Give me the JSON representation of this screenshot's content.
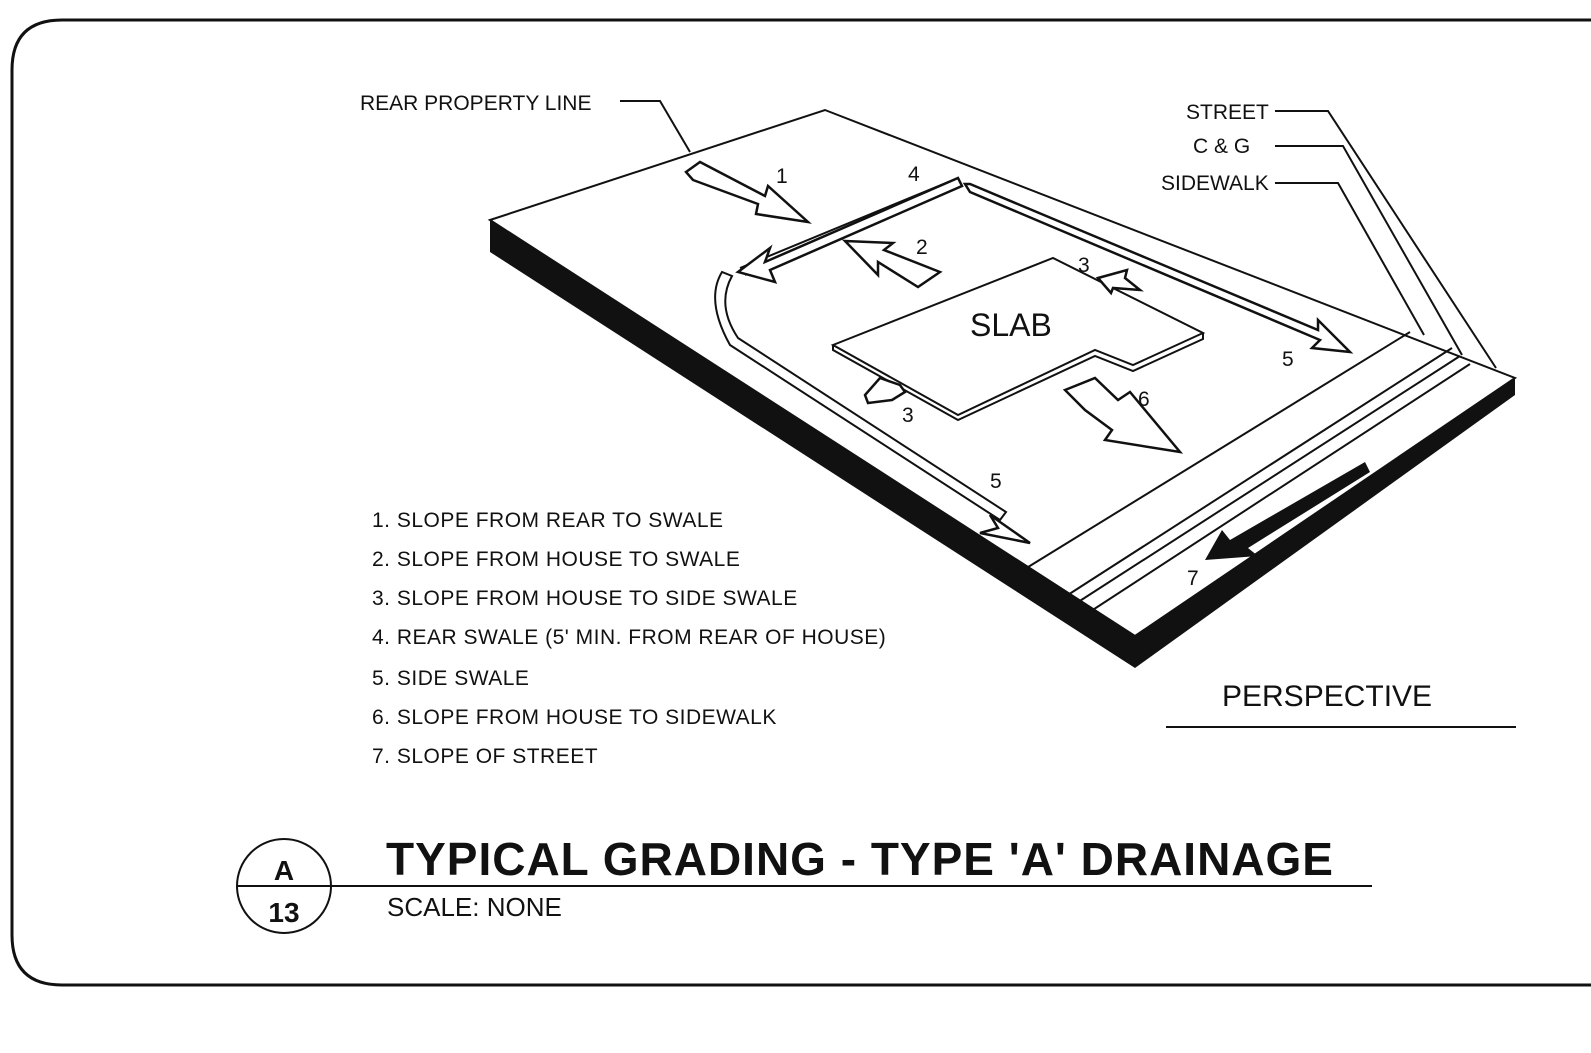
{
  "drawing": {
    "slab_label": "SLAB",
    "callouts": {
      "rear_property_line": "REAR PROPERTY LINE",
      "street": "STREET",
      "c_and_g": "C & G",
      "sidewalk": "SIDEWALK"
    },
    "arrow_numbers": [
      "1",
      "2",
      "3",
      "3",
      "4",
      "5",
      "5",
      "6",
      "7"
    ],
    "view_label": "PERSPECTIVE"
  },
  "legend": [
    "1. SLOPE FROM REAR TO SWALE",
    "2. SLOPE FROM HOUSE TO SWALE",
    "3. SLOPE FROM HOUSE TO SIDE SWALE",
    "4. REAR SWALE (5' MIN. FROM REAR OF HOUSE)",
    "5. SIDE SWALE",
    "6. SLOPE FROM HOUSE TO SIDEWALK",
    "7. SLOPE OF STREET"
  ],
  "title_block": {
    "detail_letter": "A",
    "sheet_number": "13",
    "title": "TYPICAL GRADING - TYPE 'A' DRAINAGE",
    "scale": "SCALE: NONE"
  }
}
